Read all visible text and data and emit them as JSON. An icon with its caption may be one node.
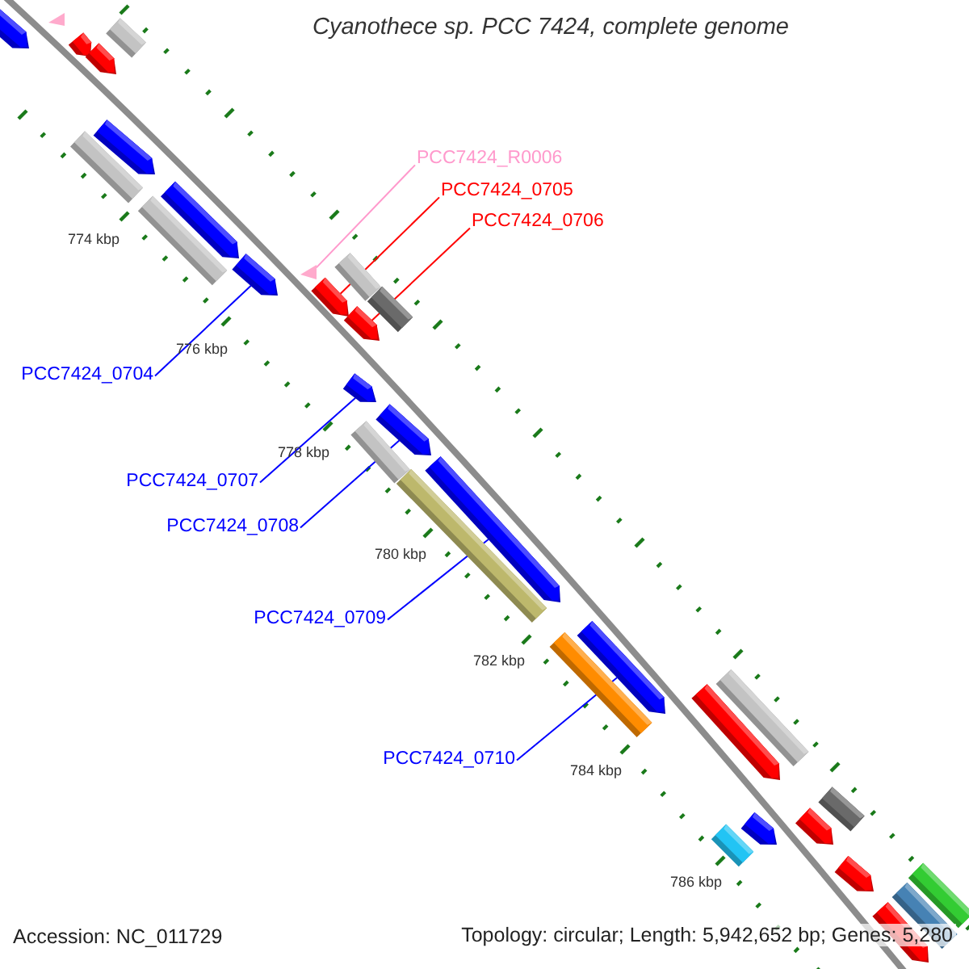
{
  "diagram": {
    "title": "Cyanothece sp. PCC 7424, complete genome",
    "nodes": [
      {
        "text": [
          "PCC7424_R0006"
        ]
      },
      {
        "text": [
          "PCC7424_0705"
        ]
      },
      {
        "text": [
          "PCC7424_0706"
        ]
      },
      {
        "text": [
          "PCC7424_0704"
        ]
      },
      {
        "text": [
          "PCC7424_0707"
        ]
      },
      {
        "text": [
          "PCC7424_0708"
        ]
      },
      {
        "text": [
          "PCC7424_0709"
        ]
      },
      {
        "text": [
          "PCC7424_0710"
        ]
      },
      {
        "text": [],
        "shape": "bar"
      },
      {
        "text": [],
        "shape": "triangle"
      },
      {
        "text": [],
        "shape": "bar"
      },
      {
        "text": [],
        "shape": "bar"
      },
      {
        "text": [],
        "shape": "bar"
      },
      {
        "text": [],
        "shape": "bar"
      },
      {
        "text": [],
        "shape": "bar"
      },
      {
        "text": [],
        "shape": "bar"
      },
      {
        "text": [],
        "shape": "bar"
      },
      {
        "text": [],
        "shape": "bar"
      },
      {
        "text": [],
        "shape": "bar"
      },
      {
        "text": [],
        "shape": "triangle"
      },
      {
        "text": [],
        "shape": "bar"
      },
      {
        "text": [],
        "shape": "bar"
      },
      {
        "text": [],
        "shape": "bar"
      },
      {
        "text": [],
        "shape": "bar"
      },
      {
        "text": [],
        "shape": "bar"
      },
      {
        "text": [],
        "shape": "bar"
      },
      {
        "text": [],
        "shape": "bar"
      },
      {
        "text": [],
        "shape": "bar"
      },
      {
        "text": [],
        "shape": "bar"
      },
      {
        "text": [],
        "shape": "bar"
      },
      {
        "text": [],
        "shape": "bar"
      },
      {
        "text": [],
        "shape": "bar"
      },
      {
        "text": [],
        "shape": "bar"
      },
      {
        "text": [],
        "shape": "bar"
      },
      {
        "text": [],
        "shape": "bar"
      },
      {
        "text": [],
        "shape": "bar"
      },
      {
        "text": [],
        "shape": "bar"
      },
      {
        "text": [],
        "shape": "bar"
      },
      {
        "text": [],
        "shape": "bar"
      },
      {
        "text": [],
        "shape": "bar"
      }
    ],
    "edges": [
      {
        "from": 0,
        "to": 19,
        "arrow": "none",
        "color": "#ff99cc"
      },
      {
        "from": 1,
        "to": 20,
        "arrow": "none",
        "color": "#ff0000"
      },
      {
        "from": 2,
        "to": 22,
        "arrow": "none",
        "color": "#ff0000"
      },
      {
        "from": 3,
        "to": 17,
        "arrow": "none"
      },
      {
        "from": 4,
        "to": 23,
        "arrow": "none"
      },
      {
        "from": 5,
        "to": 24,
        "arrow": "none"
      },
      {
        "from": 6,
        "to": 26,
        "arrow": "none"
      },
      {
        "from": 7,
        "to": 28,
        "arrow": "none"
      }
    ],
    "labels": [
      "774 kbp",
      "776 kbp",
      "778 kbp",
      "780 kbp",
      "782 kbp",
      "784 kbp",
      "786 kbp",
      "Accession: NC_011729",
      "Topology: circular; Length: 5,942,652 bp; Genes: 5,280"
    ]
  }
}
